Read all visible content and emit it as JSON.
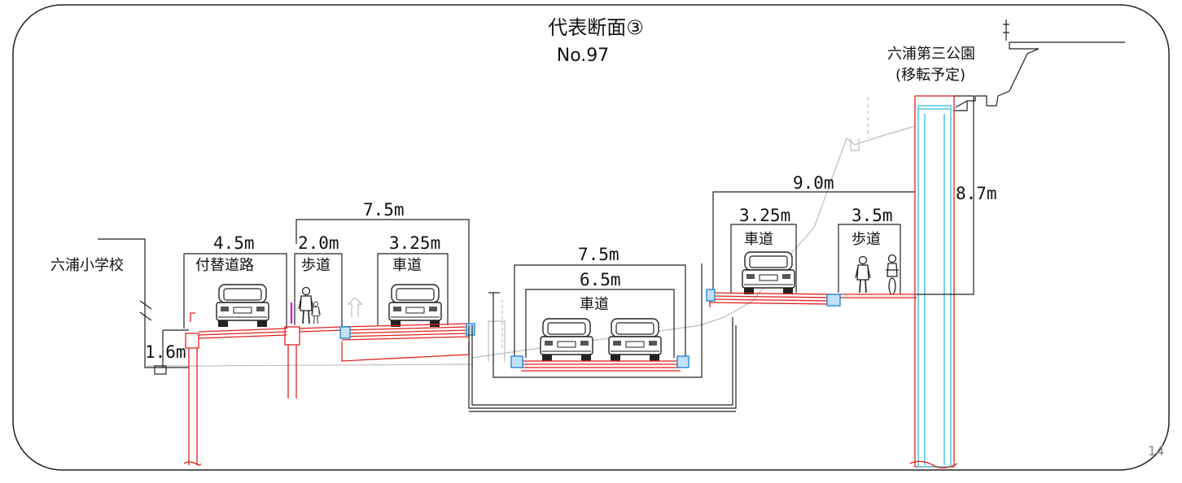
{
  "title": "代表断面③",
  "subtitle": "No.97",
  "page_number": "14",
  "labels": {
    "school": "六浦小学校",
    "park_line1": "六浦第三公園",
    "park_line2": "(移転予定)",
    "frontage_road": "付替道路",
    "sidewalk_left": "歩道",
    "roadway_left": "車道",
    "roadway_center": "車道",
    "roadway_right": "車道",
    "sidewalk_right": "歩道"
  },
  "dimensions": {
    "retaining_height": "1.6m",
    "frontage_width": "4.5m",
    "sidewalk_left_width": "2.0m",
    "roadway_left_width": "3.25m",
    "left_total_width": "7.5m",
    "center_total_width": "7.5m",
    "center_road_width": "6.5m",
    "right_total_width": "9.0m",
    "roadway_right_width": "3.25m",
    "sidewalk_right_width": "3.5m",
    "wall_height": "8.7m"
  },
  "colors": {
    "frame": "#222222",
    "structure_red": "#e0221e",
    "terrain_gray": "#bdbdbd",
    "joint_blue": "#1c7fd6",
    "wall_cyan": "#4ec7e0",
    "marker_magenta": "#d91ccf"
  },
  "icons": [
    "car-rear-icon",
    "pedestrian-icon",
    "cyclist-icon"
  ]
}
